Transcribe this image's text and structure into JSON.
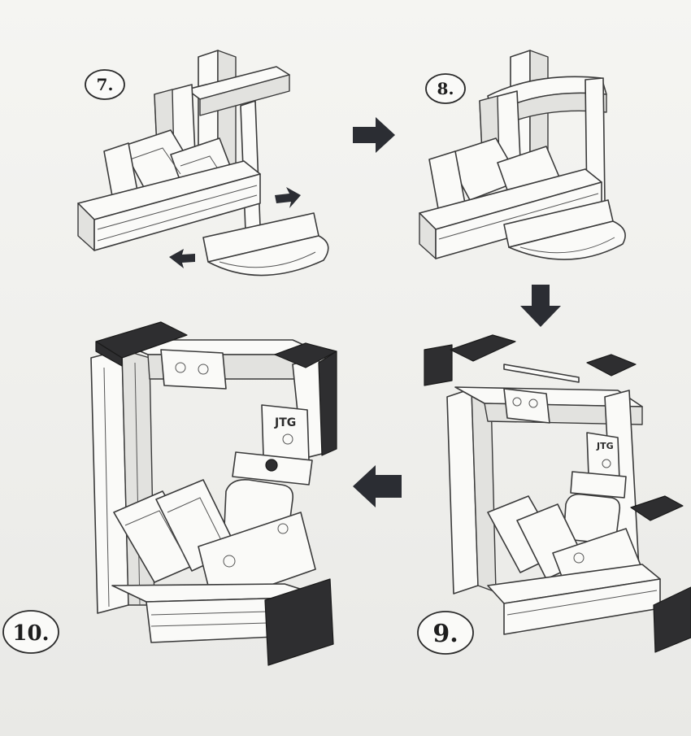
{
  "steps": [
    {
      "id": "step-7",
      "label": "7."
    },
    {
      "id": "step-8",
      "label": "8."
    },
    {
      "id": "step-9",
      "label": "9."
    },
    {
      "id": "step-10",
      "label": "10."
    }
  ],
  "logo_text": "JTG",
  "colors": {
    "paper": "#f1f1ee",
    "ink": "#3a3a3a",
    "arrow": "#2b2d33",
    "end_cap": "#2e2e30"
  }
}
